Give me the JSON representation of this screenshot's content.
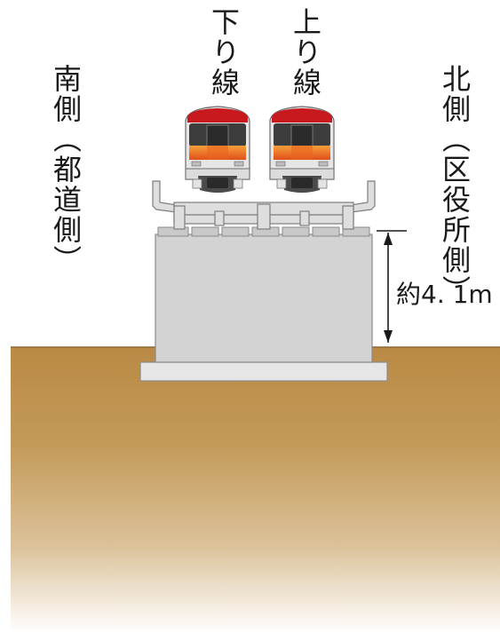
{
  "labels": {
    "south": "南側（都道側）",
    "north": "北側（区役所側）",
    "down_line": "下り線",
    "up_line": "上り線",
    "height": "約4. 1m"
  },
  "colors": {
    "ground_top": "#b98a45",
    "ground_bottom": "#ffffff",
    "concrete": "#d4d4d4",
    "concrete_edge": "#8a8a8a",
    "train_red": "#c8191e",
    "train_orange": "#f06a1c",
    "train_body": "#e8e8e8",
    "train_dark": "#3a3a3a"
  }
}
